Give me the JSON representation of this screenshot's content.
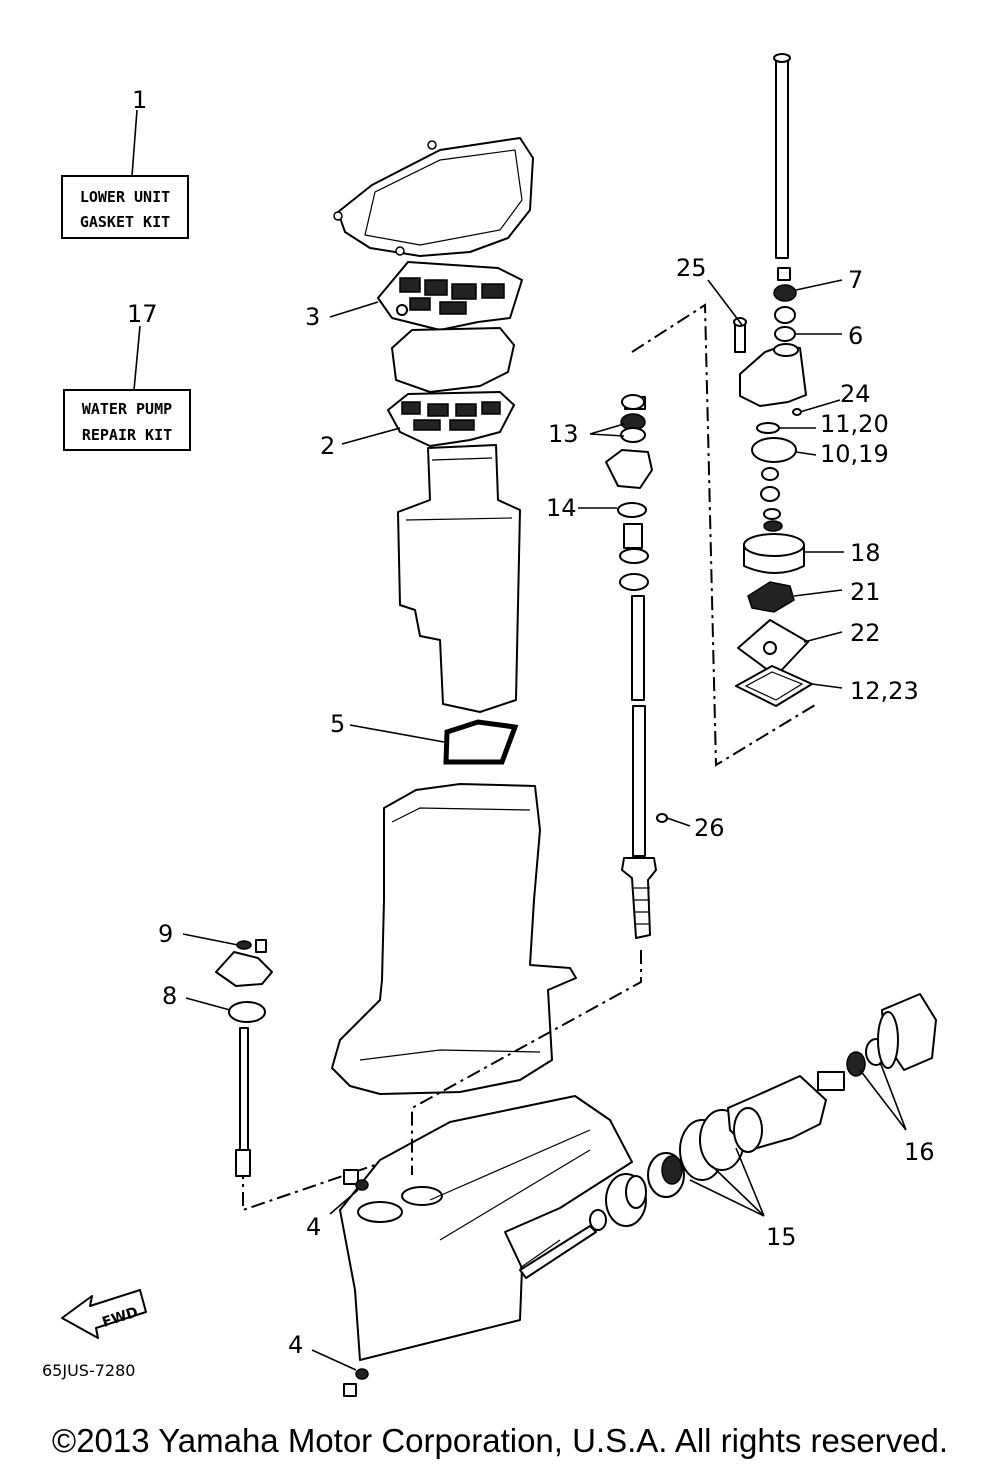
{
  "kits": {
    "lower_unit": {
      "number": "1",
      "line1": "LOWER UNIT",
      "line2": "GASKET KIT"
    },
    "water_pump": {
      "number": "17",
      "line1": "WATER PUMP",
      "line2": "REPAIR KIT"
    }
  },
  "callouts": {
    "c2": "2",
    "c3": "3",
    "c4a": "4",
    "c4b": "4",
    "c5": "5",
    "c6": "6",
    "c7": "7",
    "c8": "8",
    "c9": "9",
    "c10_19": "10,19",
    "c11_20": "11,20",
    "c12_23": "12,23",
    "c13": "13",
    "c14": "14",
    "c15": "15",
    "c16": "16",
    "c18": "18",
    "c21": "21",
    "c22": "22",
    "c24": "24",
    "c25": "25",
    "c26": "26"
  },
  "fwd_label": "FWD",
  "diagram_code": "65JUS-7280",
  "copyright": "©2013 Yamaha Motor Corporation, U.S.A. All rights reserved."
}
